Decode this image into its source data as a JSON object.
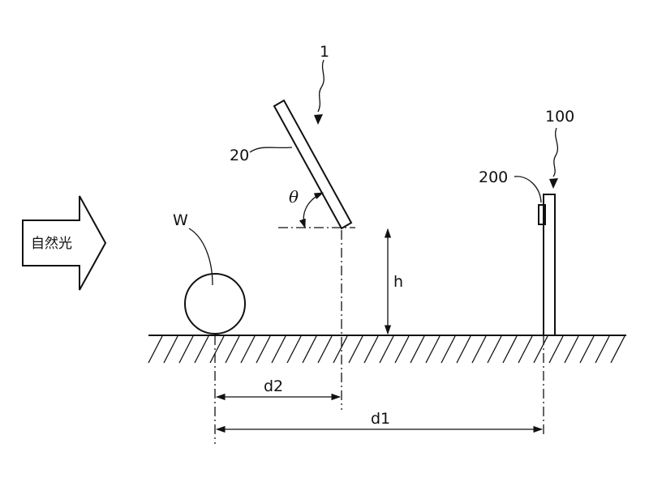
{
  "labels": {
    "light": "自然光",
    "device": "1",
    "reflector": "20",
    "angle": "θ",
    "workpiece": "W",
    "height": "h",
    "distance_short": "d2",
    "distance_long": "d1",
    "pole": "100",
    "sensor": "200"
  }
}
